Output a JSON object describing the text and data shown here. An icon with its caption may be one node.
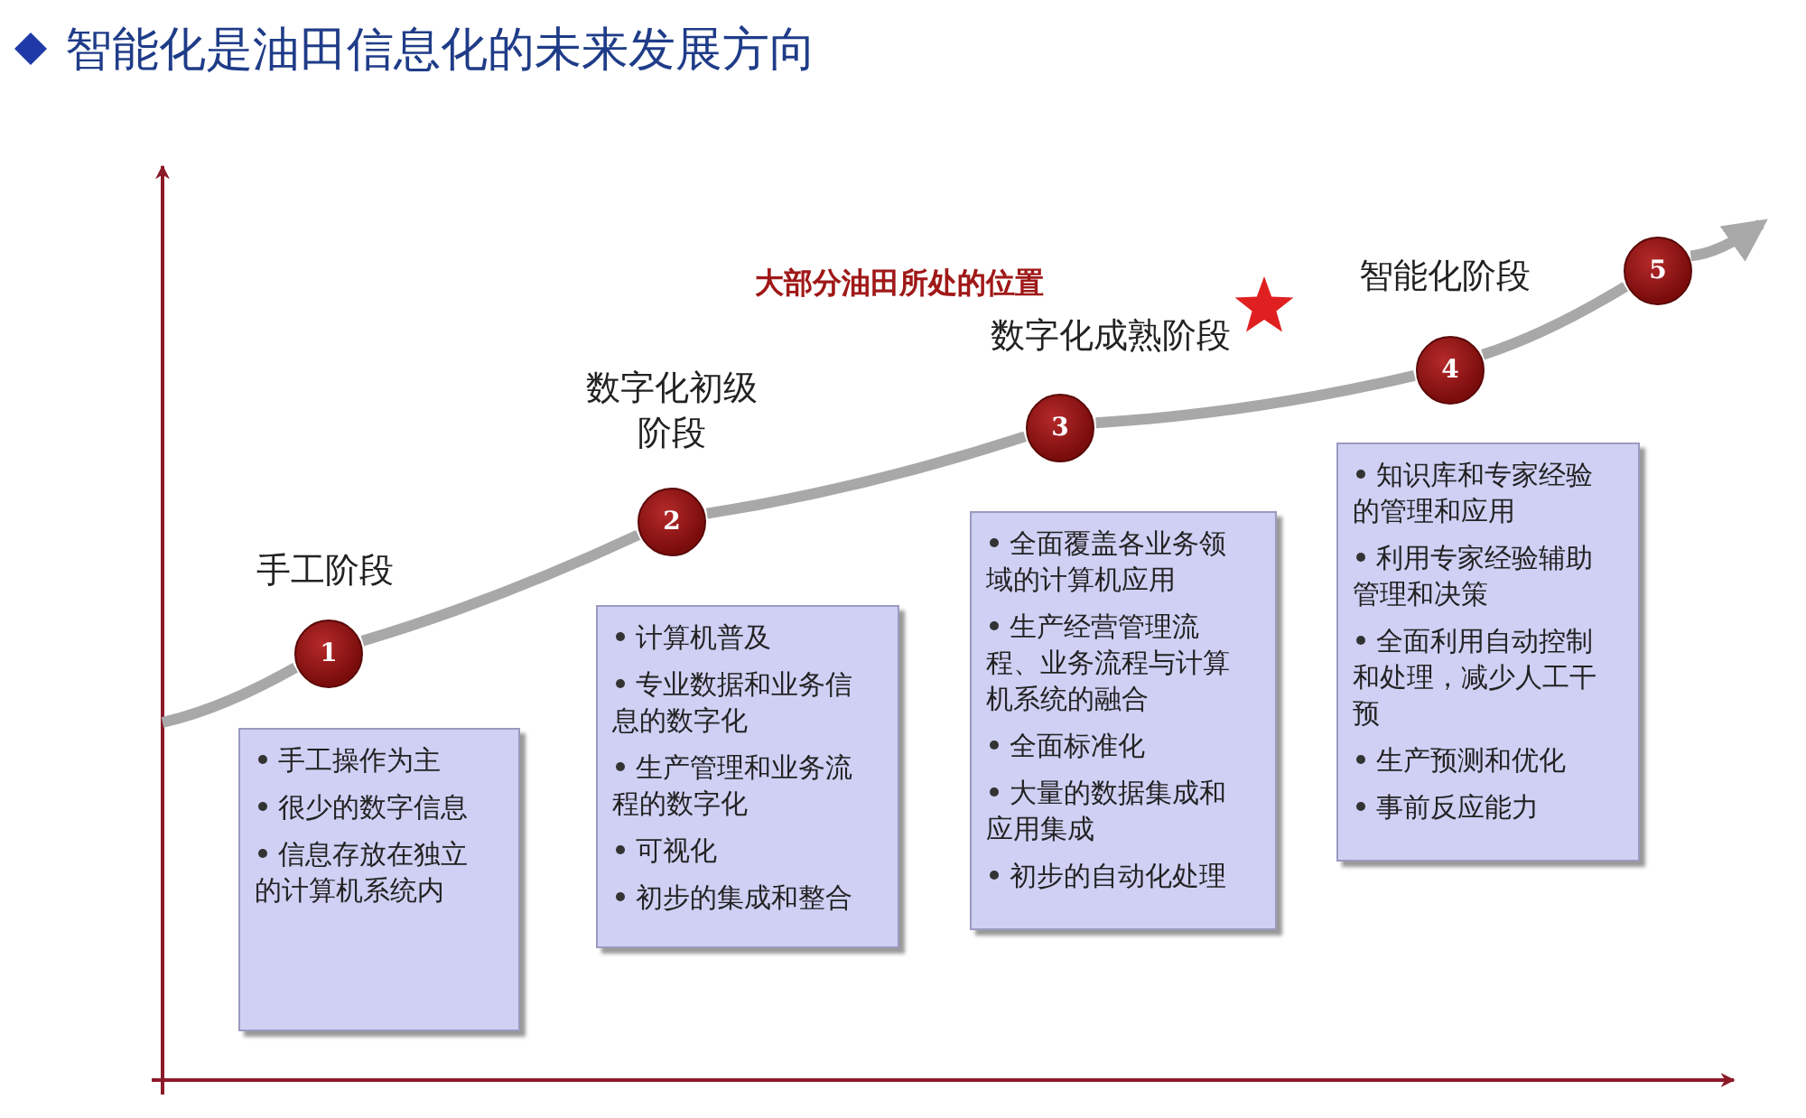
{
  "diagram": {
    "title": "智能化是油田信息化的未来发展方向",
    "nodes": [
      {
        "text": [
          "1"
        ],
        "beside": [
          "手工阶段"
        ]
      },
      {
        "text": [
          "2"
        ],
        "beside": [
          "数字化初级阶段"
        ]
      },
      {
        "text": [
          "3"
        ],
        "beside": [
          "数字化成熟阶段"
        ]
      },
      {
        "text": [
          "4"
        ],
        "beside": [
          "智能化阶段"
        ]
      },
      {
        "text": [
          "5"
        ]
      },
      {
        "text": [
          "手工操作为主",
          "很少的数字信息",
          "信息存放在独立的计算机系统内"
        ]
      },
      {
        "text": [
          "计算机普及",
          "专业数据和业务信息的数字化",
          "生产管理和业务流程的数字化",
          "可视化",
          "初步的集成和整合"
        ]
      },
      {
        "text": [
          "全面覆盖各业务领域的计算机应用",
          "生产经营管理流程、业务流程与计算机系统的融合",
          "全面标准化",
          "大量的数据集成和应用集成",
          "初步的自动化处理"
        ]
      },
      {
        "text": [
          "知识库和专家经验的管理和应用",
          "利用专家经验辅助管理和决策",
          "全面利用自动控制和处理，减少人工干预",
          "生产预测和优化",
          "事前反应能力"
        ]
      }
    ],
    "edges": [
      {
        "from": null,
        "to": 0,
        "arrow": "none"
      },
      {
        "from": 0,
        "to": 1,
        "arrow": "none"
      },
      {
        "from": 1,
        "to": 2,
        "arrow": "none"
      },
      {
        "from": 2,
        "to": 3,
        "arrow": "none"
      },
      {
        "from": 3,
        "to": 4,
        "arrow": "none"
      },
      {
        "from": 4,
        "to": null,
        "arrow": "to"
      }
    ],
    "labels": [
      "大部分油田所处的位置"
    ]
  }
}
